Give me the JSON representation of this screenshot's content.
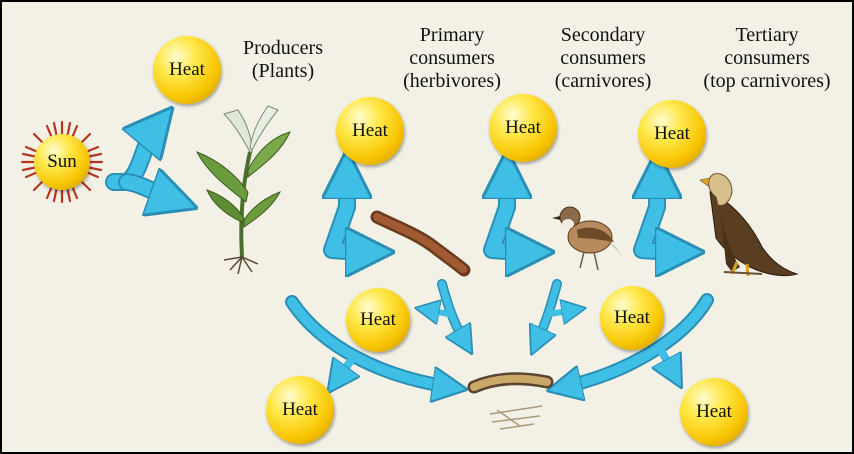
{
  "sun": "Sun",
  "heat_label": "Heat",
  "levels": {
    "producers": [
      "Producers",
      "(Plants)"
    ],
    "primary": [
      "Primary",
      "consumers",
      "(herbivores)"
    ],
    "secondary": [
      "Secondary",
      "consumers",
      "(carnivores)"
    ],
    "tertiary": [
      "Tertiary",
      "consumers",
      "(top carnivores)"
    ]
  },
  "colors": {
    "arrow": "#40bfe6",
    "arrow_edge": "#2a8fb5",
    "heat_ball": "#f7c400",
    "background": "#f3f1e6"
  }
}
